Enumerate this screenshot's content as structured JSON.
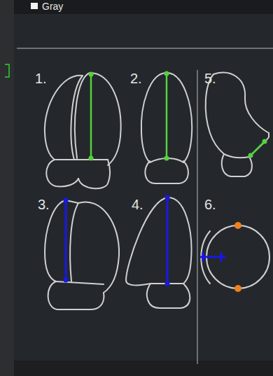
{
  "diagram": {
    "labels": [
      "Gray",
      "1.",
      "2.",
      "5.",
      "3.",
      "4.",
      "6."
    ]
  }
}
